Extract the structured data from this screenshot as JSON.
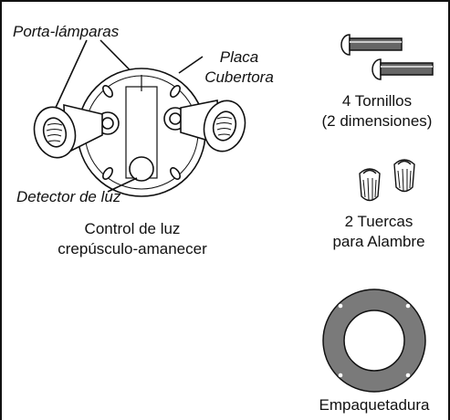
{
  "fixture": {
    "label_holders": "Porta-lámparas",
    "label_plate_line1": "Placa",
    "label_plate_line2": "Cubertora",
    "label_sensor": "Detector de luz",
    "caption_line1": "Control de luz",
    "caption_line2": "crepúsculo-amanecer"
  },
  "screws": {
    "caption_line1": "4 Tornillos",
    "caption_line2": "(2 dimensiones)"
  },
  "wire_nuts": {
    "caption_line1": "2 Tuercas",
    "caption_line2": "para Alambre"
  },
  "gasket": {
    "caption": "Empaquetadura"
  },
  "colors": {
    "line": "#111111",
    "gasket_fill": "#7a7a7a",
    "background": "#ffffff"
  }
}
